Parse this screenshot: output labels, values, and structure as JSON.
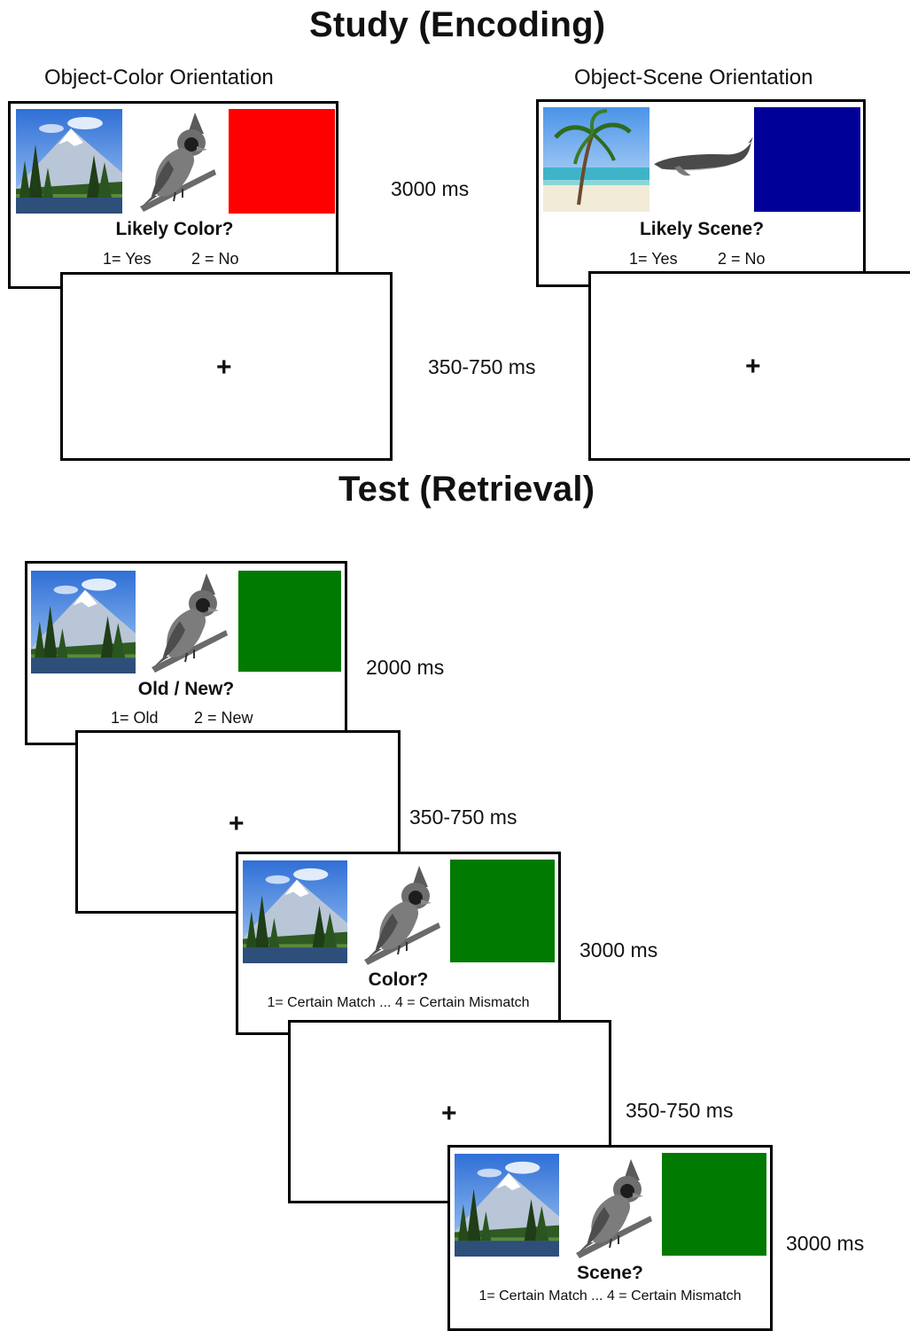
{
  "study": {
    "heading": "Study (Encoding)",
    "color_orientation": {
      "label": "Object-Color Orientation",
      "question": "Likely Color?",
      "resp1": "1= Yes",
      "resp2": "2 = No",
      "swatch_color": "#ff0000",
      "scene_image": "mountain-forest-lake-image",
      "object_image": "cardinal-bird-image"
    },
    "scene_orientation": {
      "label": "Object-Scene Orientation",
      "question": "Likely Scene?",
      "resp1": "1= Yes",
      "resp2": "2 = No",
      "swatch_color": "#000099",
      "scene_image": "tropical-beach-palm-image",
      "object_image": "whale-image"
    },
    "stimulus_duration": "3000 ms",
    "fixation_duration": "350-750 ms",
    "fixation_symbol": "+"
  },
  "test": {
    "heading": "Test (Retrieval)",
    "swatch_color": "#007a00",
    "old_new": {
      "question": "Old / New?",
      "resp1": "1= Old",
      "resp2": "2 = New",
      "duration": "2000 ms"
    },
    "fixation_1": {
      "symbol": "+",
      "duration": "350-750 ms"
    },
    "color": {
      "question": "Color?",
      "scale": "1= Certain Match ... 4 = Certain Mismatch",
      "duration": "3000 ms"
    },
    "fixation_2": {
      "symbol": "+",
      "duration": "350-750 ms"
    },
    "scene": {
      "question": "Scene?",
      "scale": "1= Certain Match ... 4 = Certain Mismatch",
      "duration": "3000 ms"
    }
  }
}
